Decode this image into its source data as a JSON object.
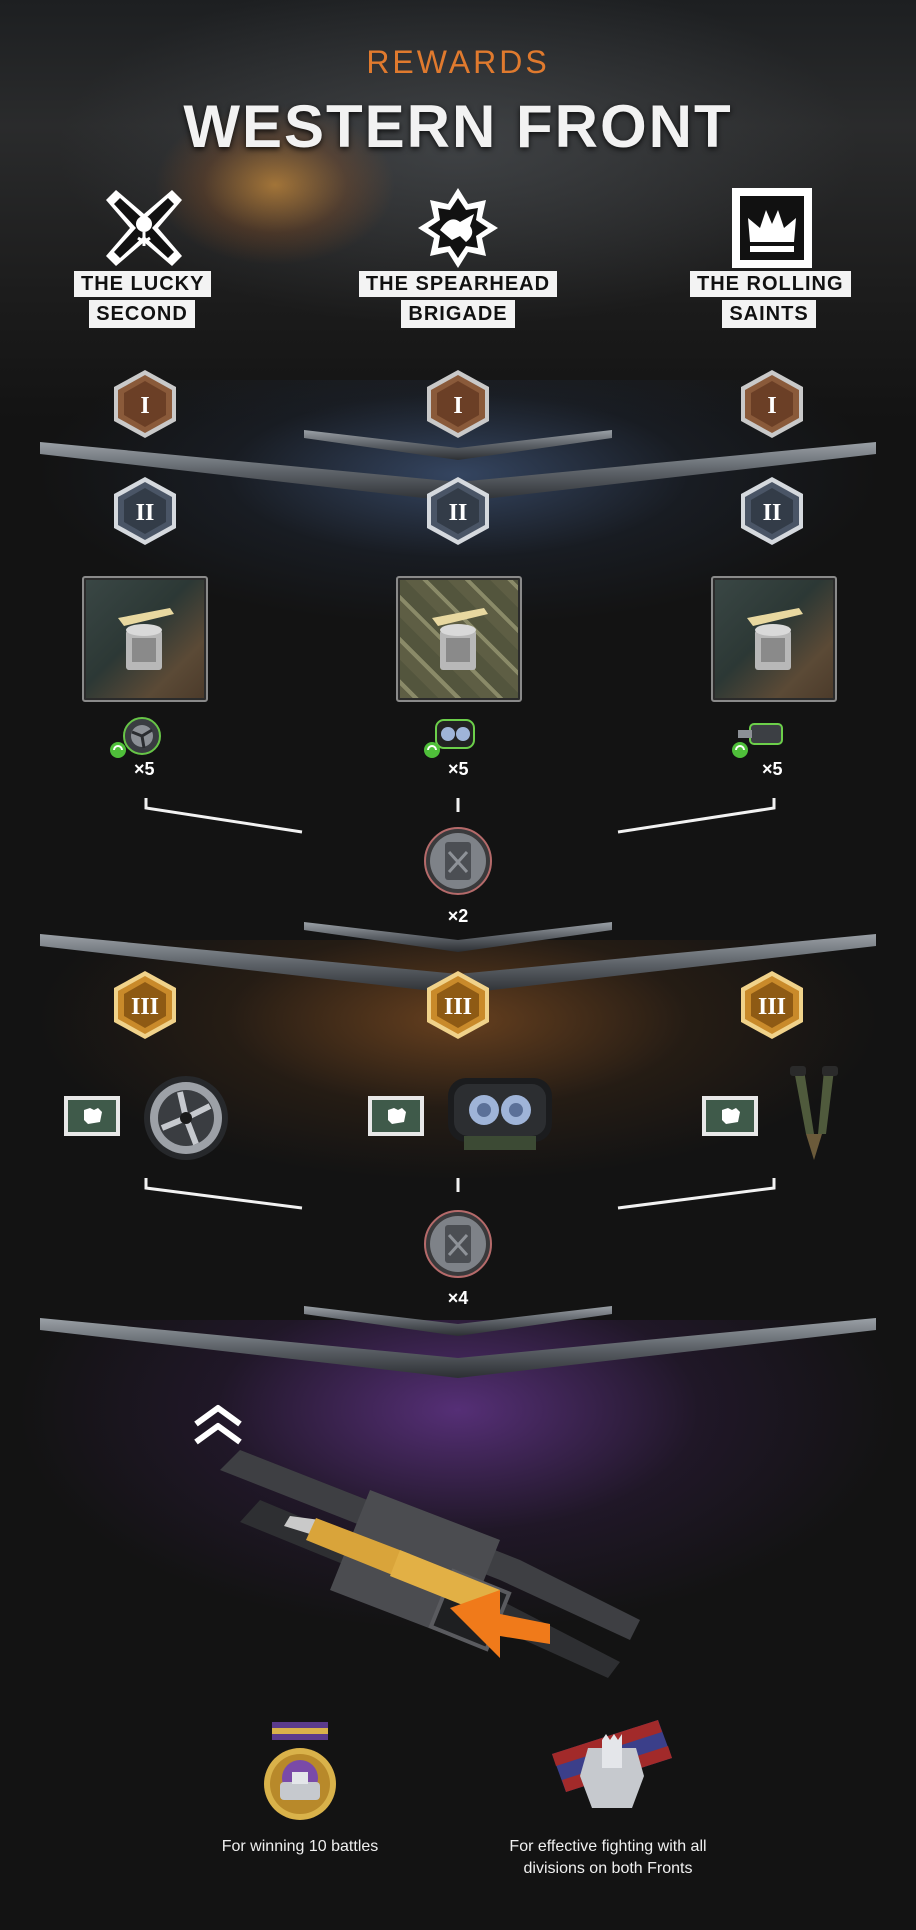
{
  "header": {
    "rewards_label": "REWARDS",
    "title": "WESTERN FRONT"
  },
  "divisions": [
    {
      "name_line1": "THE LUCKY",
      "name_line2": "SECOND",
      "emblem": "thistle-cross-icon"
    },
    {
      "name_line1": "THE SPEARHEAD",
      "name_line2": "BRIGADE",
      "emblem": "eagle-star-icon"
    },
    {
      "name_line1": "THE ROLLING",
      "name_line2": "SAINTS",
      "emblem": "crown-icon"
    }
  ],
  "tiers": {
    "tier1": "I",
    "tier2": "II",
    "tier3": "III"
  },
  "equipment": [
    {
      "item": "ventilation-icon",
      "quantity": "×5"
    },
    {
      "item": "coated-optics-icon",
      "quantity": "×5"
    },
    {
      "item": "gun-rammer-icon",
      "quantity": "×5"
    }
  ],
  "fuel_rewards": [
    {
      "quantity": "×2"
    },
    {
      "quantity": "×4"
    }
  ],
  "final_reward": {
    "item": "improved-gun-rammer-icon",
    "rank_icon": "double-chevron-up-icon"
  },
  "medals": [
    {
      "caption": "For winning 10 battles"
    },
    {
      "caption_line1": "For effective fighting with all",
      "caption_line2": "divisions on both Fronts"
    }
  ],
  "colors": {
    "accent_orange": "#e07a2e",
    "tier1_bronze": "#8a5a3a",
    "tier2_steel": "#4a5566",
    "tier3_gold": "#c98a2a",
    "glow_blue": "#5a78a8",
    "glow_orange": "#a8662a",
    "glow_purple": "#8c46c8"
  }
}
